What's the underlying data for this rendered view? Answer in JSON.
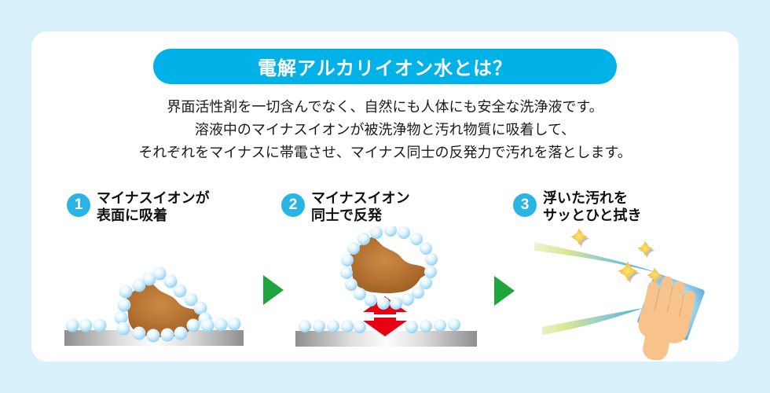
{
  "page": {
    "background_color": "#d9f1fb",
    "card_color": "#ffffff"
  },
  "header": {
    "title": "電解アルカリイオン水とは？",
    "bg_color": "#00b2e7",
    "text_color": "#ffffff"
  },
  "description": {
    "lines": [
      "界面活性剤を一切含んでなく、自然にも人体にも安全な洗浄液です。",
      "溶液中のマイナスイオンが被洗浄物と汚れ物質に吸着して、",
      "それぞれをマイナスに帯電させ、マイナス同士の反発力で汚れを落とします。"
    ]
  },
  "steps": [
    {
      "number": "1",
      "label_line1": "マイナスイオンが",
      "label_line2": "表面に吸着"
    },
    {
      "number": "2",
      "label_line1": "マイナスイオン",
      "label_line2": "同士で反発"
    },
    {
      "number": "3",
      "label_line1": "浮いた汚れを",
      "label_line2": "サッとひと拭き"
    }
  ],
  "icons": {
    "next_step_arrow": "green-right-triangle",
    "repel_arrow": "red-vertical-double-arrow",
    "ion_bubble": "light-blue-sphere",
    "sparkle": "four-point-gold-star",
    "wipe_cloth": "blue-cloth",
    "hand": "wiping-hand"
  },
  "colors": {
    "accent_cyan": "#00b2e7",
    "badge_cyan": "#29b4e4",
    "arrow_green": "#1fa53e",
    "repel_red": "#e60012",
    "dirt_brown": "#a9702c",
    "bubble_blue": "#7fcbf0",
    "metal_gray": "#8f8f8f",
    "cloth_blue": "#54a8da",
    "skin": "#f8c38b",
    "sparkle_gold": "#f2ae00"
  }
}
